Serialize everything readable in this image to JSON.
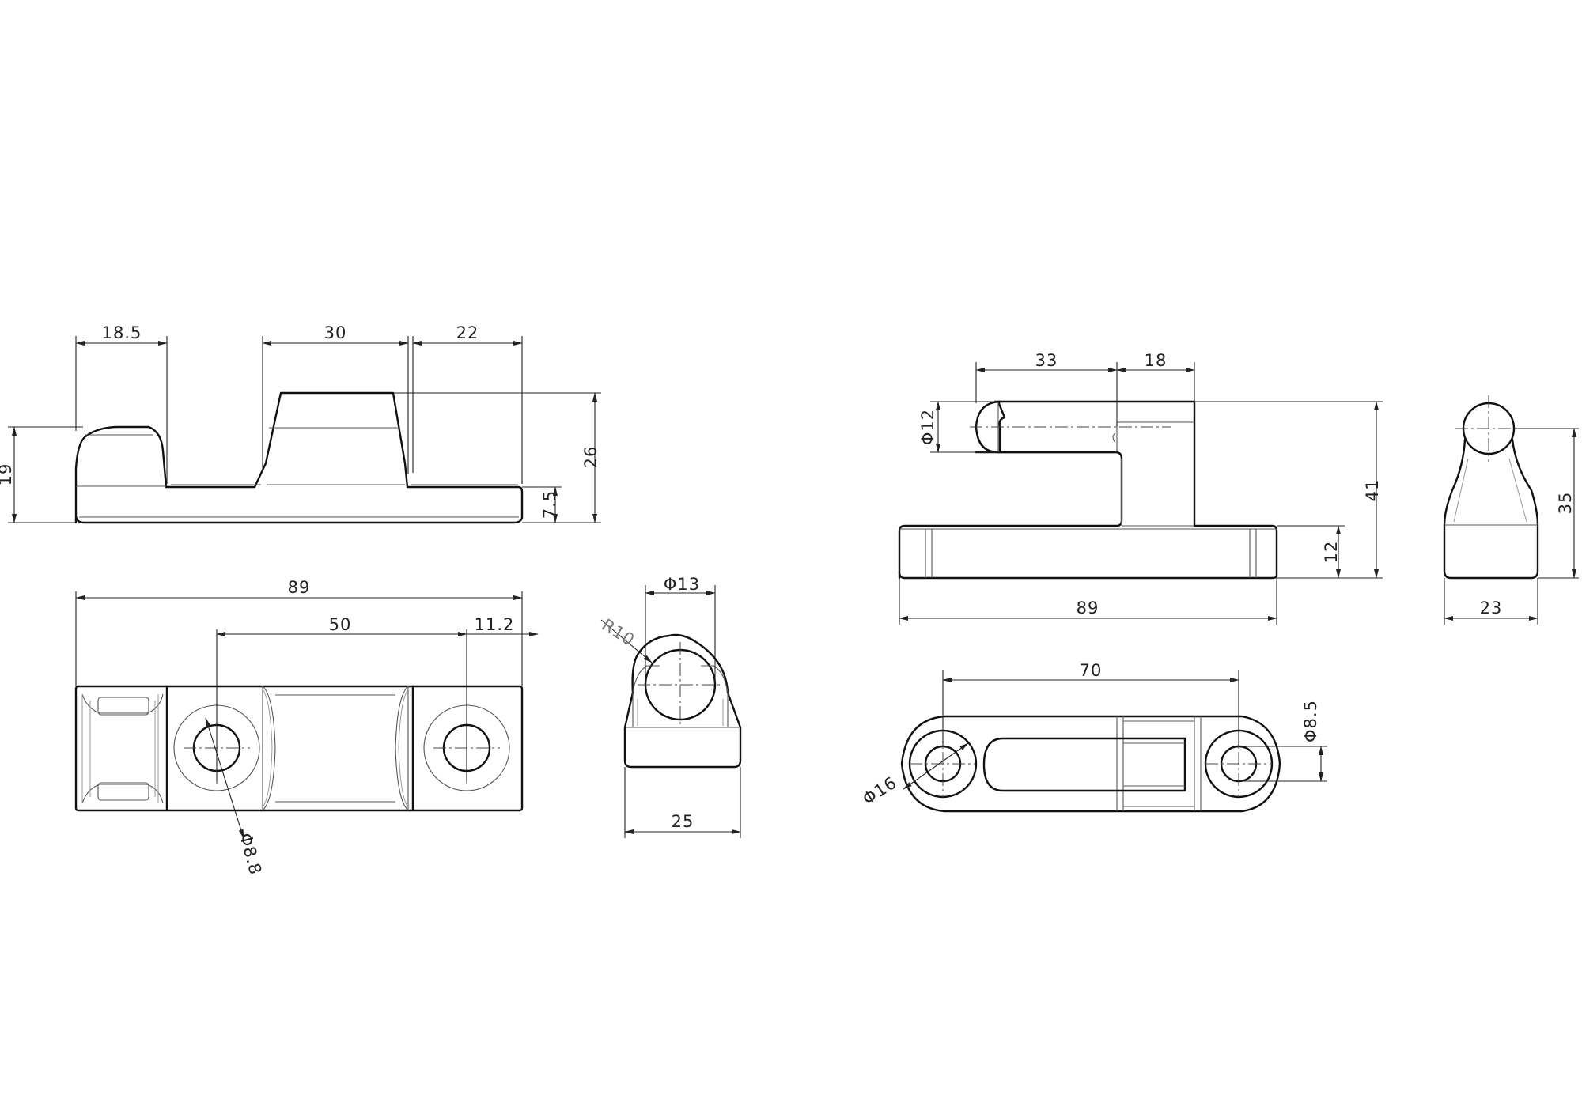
{
  "drawing": {
    "dimensions": {
      "top_18_5": "18.5",
      "top_30": "30",
      "top_22": "22",
      "left_19": "19",
      "right_26": "26",
      "right_7_5": "7.5",
      "plan_89": "89",
      "plan_50": "50",
      "plan_11_2": "11.2",
      "plan_hole_dia": "Φ8.8",
      "end_dia_13": "Φ13",
      "end_r10": "R10",
      "end_25": "25",
      "pin_33": "33",
      "pin_18": "18",
      "pin_dia_12": "Φ12",
      "pin_41": "41",
      "pin_12": "12",
      "pin_89": "89",
      "side_35": "35",
      "side_23": "23",
      "pinplan_70": "70",
      "pinplan_dia_8_5": "Φ8.5",
      "pinplan_dia_16": "Φ16"
    }
  }
}
